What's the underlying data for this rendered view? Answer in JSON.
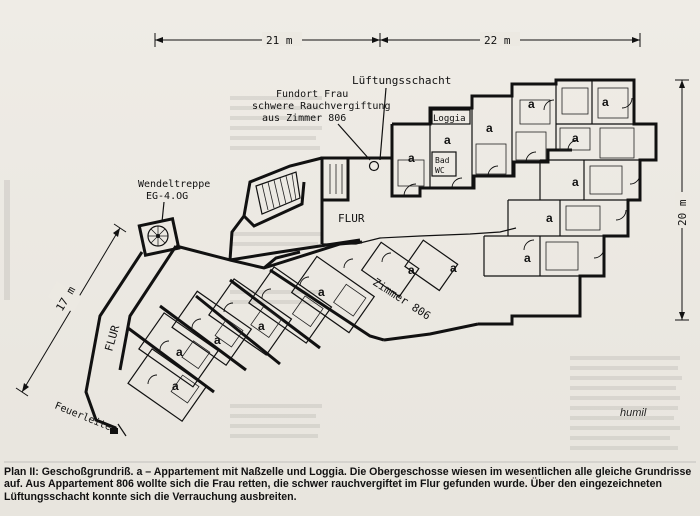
{
  "dimensions": {
    "width_top_left": "21 m",
    "width_top_right": "22 m",
    "height_right": "20 m",
    "height_left": "17 m"
  },
  "labels": {
    "fundort": [
      "Fundort Frau",
      "schwere Rauchvergiftung",
      "aus Zimmer 806"
    ],
    "lueftung": "Lüftungsschacht",
    "loggia": "Loggia",
    "bad": [
      "Bad",
      "WC"
    ],
    "wendeltreppe": [
      "Wendeltreppe",
      "EG-4.OG"
    ],
    "flur_right": "FLUR",
    "flur_left": "FLUR",
    "zimmer": "Zimmer 806",
    "feuerleiter": "Feuerleiter",
    "credit": "humil",
    "apartment": "a"
  },
  "caption": {
    "title": "Plan II:",
    "lead": "Geschoßgrundriß. a – Appartement mit Naßzelle und Loggia.",
    "body": "Die Obergeschosse wiesen im wesentlichen alle gleiche Grundrisse auf. Aus Appartement 806 wollte sich die Frau retten, die schwer rauchvergiftet im Flur gefunden wurde. Über den eingezeichneten Lüftungsschacht konnte sich die Verrauchung ausbreiten."
  }
}
